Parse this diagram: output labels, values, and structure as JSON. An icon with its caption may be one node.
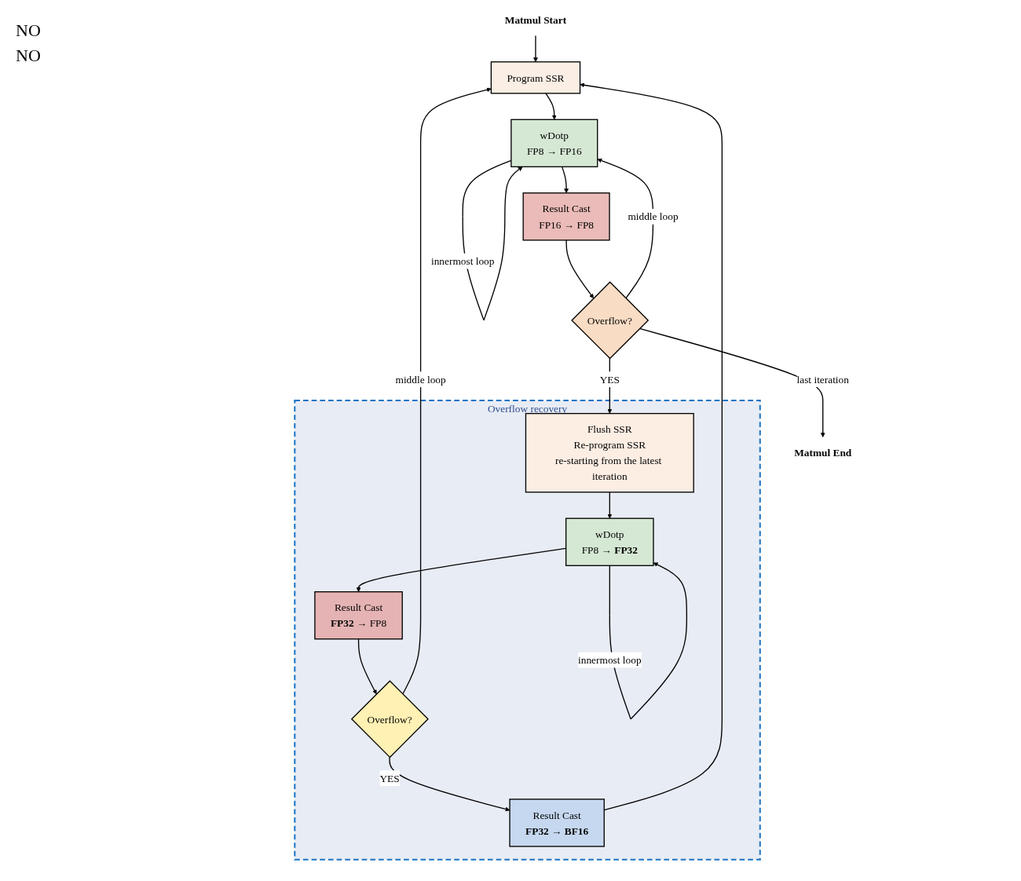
{
  "diagram": {
    "nodes": [
      {
        "text": [
          "Matmul Start"
        ]
      },
      {
        "text": [
          "Program SSR"
        ]
      },
      {
        "text": [
          "wDotp",
          "FP8 → FP16"
        ]
      },
      {
        "text": [
          "Result Cast",
          "FP16 → FP8"
        ]
      },
      {
        "text": [
          "Overflow?"
        ]
      },
      {
        "text": [
          "Matmul End"
        ]
      },
      {
        "text": [
          "Overflow recovery"
        ]
      },
      {
        "text": [
          "Flush SSR",
          "Re-program SSR",
          "re-starting from the latest iteration"
        ],
        "in": 6
      },
      {
        "text": [
          "wDotp",
          "FP8 → **FP32**"
        ],
        "in": 6
      },
      {
        "text": [
          "Result Cast",
          "**FP32** → FP8"
        ],
        "in": 6
      },
      {
        "text": [
          "Overflow?"
        ],
        "in": 6
      },
      {
        "text": [
          "Result Cast",
          "**FP32 → BF16**"
        ],
        "in": 6
      }
    ],
    "edges": [
      {
        "from": 0,
        "to": 1,
        "arrow": "to"
      },
      {
        "from": 1,
        "to": 2,
        "arrow": "to"
      },
      {
        "from": 2,
        "to": 2,
        "arrow": "to",
        "label": "innermost loop"
      },
      {
        "from": 2,
        "to": 3,
        "arrow": "to"
      },
      {
        "from": 3,
        "to": 4,
        "arrow": "to"
      },
      {
        "from": 4,
        "to": 2,
        "arrow": "to",
        "label": "middle loop"
      },
      {
        "from": 4,
        "to": 5,
        "arrow": "to",
        "label": "last iteration"
      },
      {
        "from": 4,
        "to": 7,
        "arrow": "to",
        "label": "YES"
      },
      {
        "from": 7,
        "to": 8,
        "arrow": "to"
      },
      {
        "from": 8,
        "to": 8,
        "arrow": "to",
        "label": "innermost loop"
      },
      {
        "from": 8,
        "to": 9,
        "arrow": "to"
      },
      {
        "from": 9,
        "to": 10,
        "arrow": "to"
      },
      {
        "from": 10,
        "to": 1,
        "arrow": "to",
        "label": "middle loop"
      },
      {
        "from": 10,
        "to": 11,
        "arrow": "to",
        "label": "YES"
      },
      {
        "from": 11,
        "to": 1,
        "arrow": "to"
      }
    ],
    "labels": [
      "NO",
      "NO"
    ]
  }
}
